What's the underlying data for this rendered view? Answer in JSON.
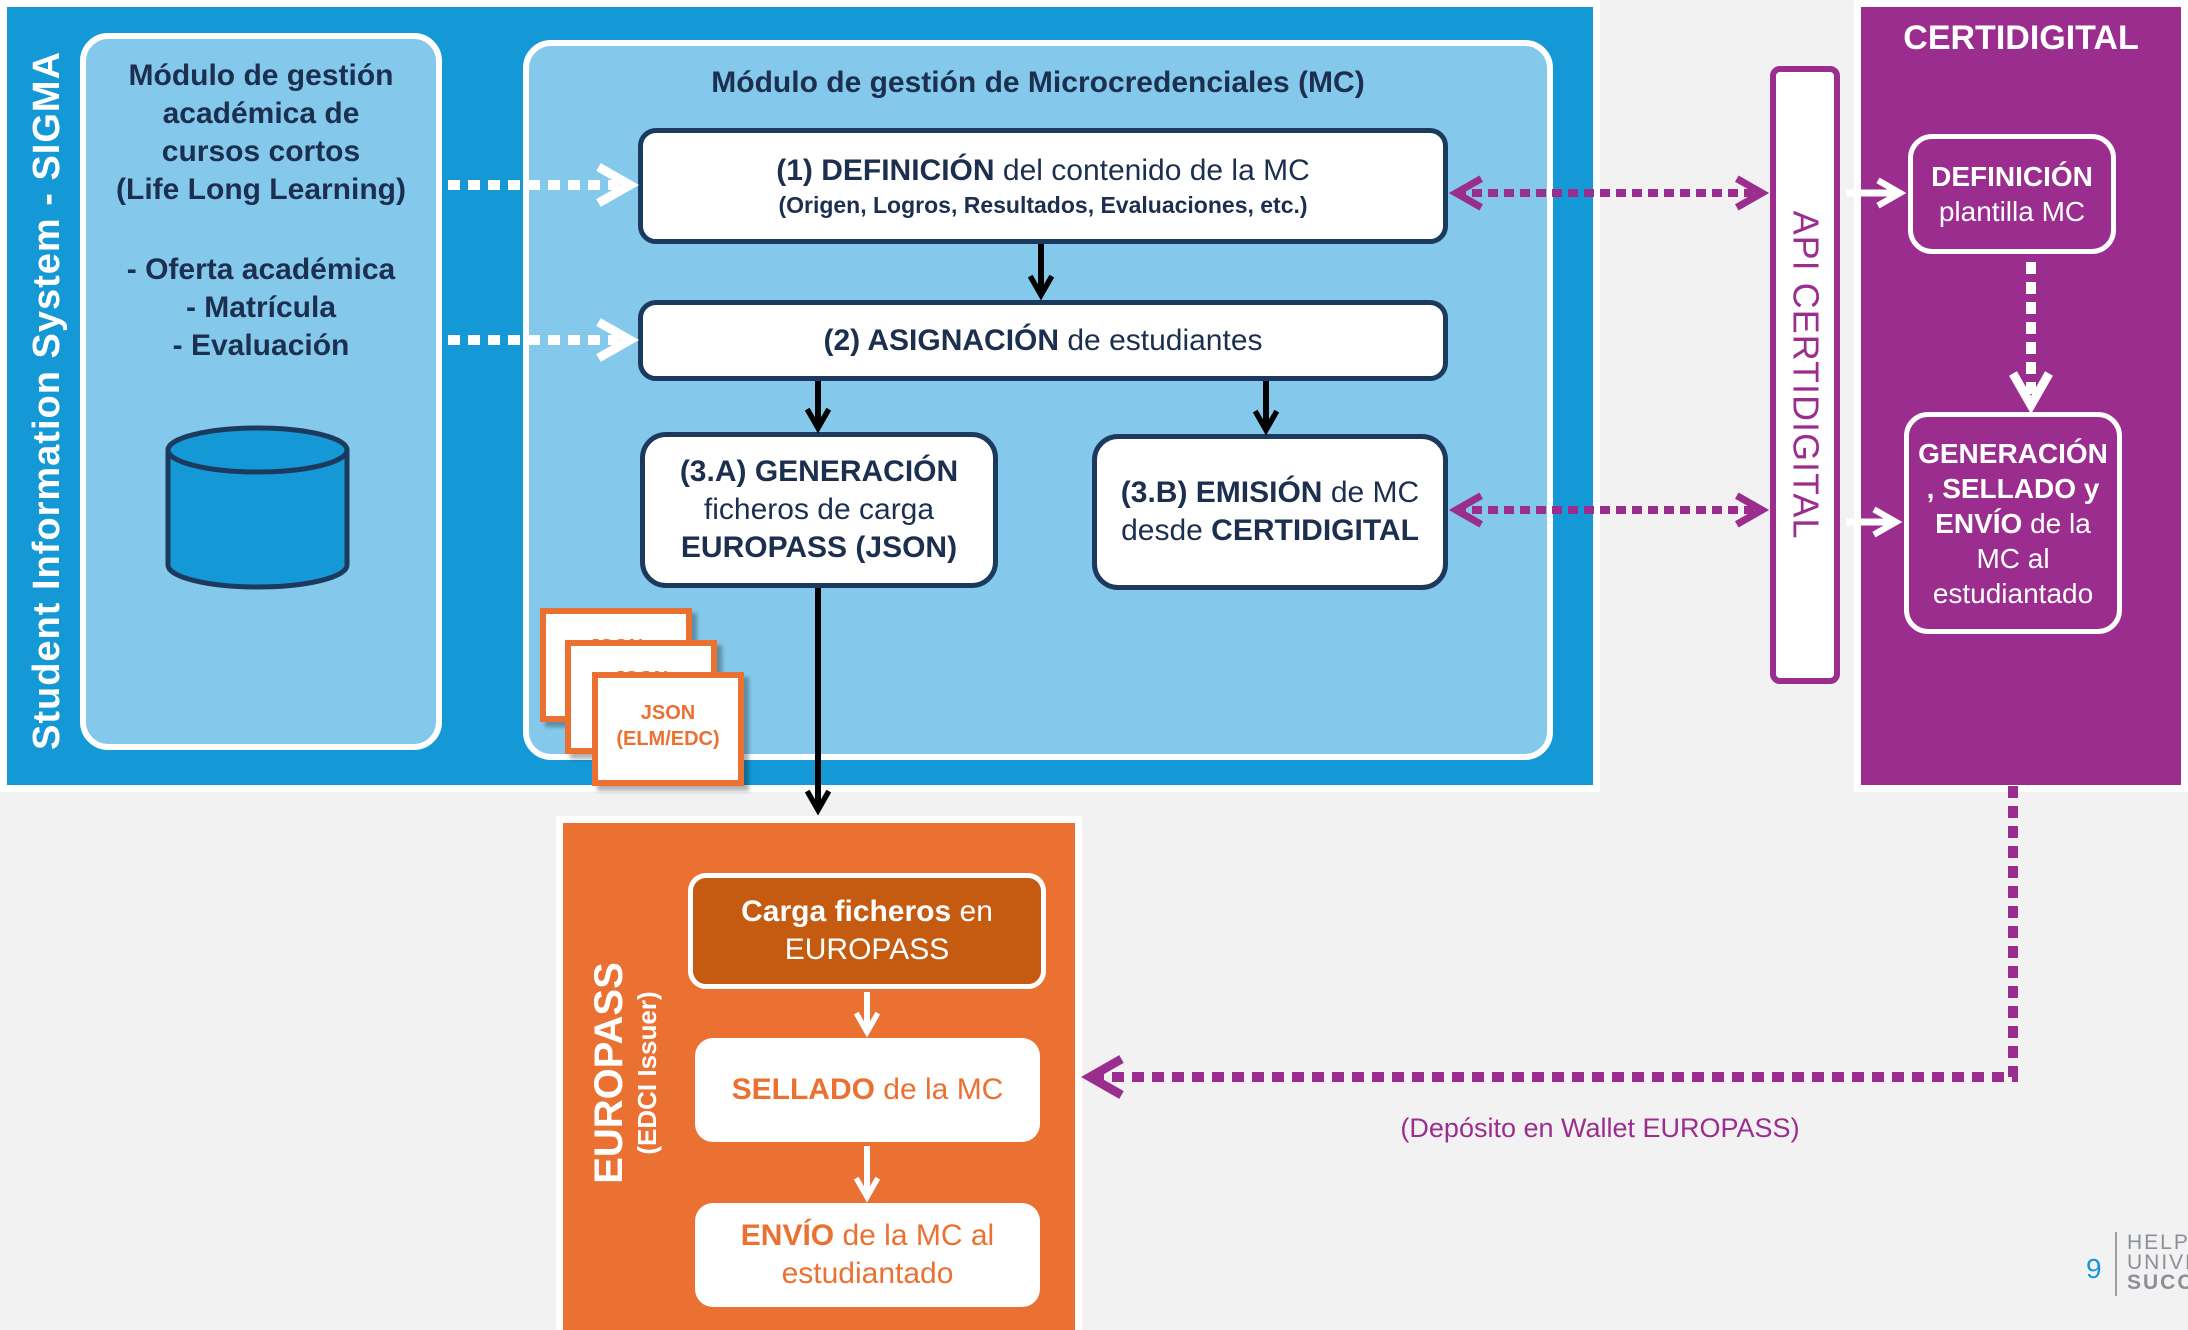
{
  "sis": {
    "label": "Student Information System - SIGMA",
    "lll_title": [
      "Módulo de gestión",
      "académica de",
      "cursos cortos",
      "(Life Long Learning)"
    ],
    "lll_items": [
      "- Oferta académica",
      "- Matrícula",
      "- Evaluación"
    ]
  },
  "mc_module": {
    "title": "Módulo de gestión de Microcredenciales (MC)",
    "step1": {
      "bold": "(1) DEFINICIÓN",
      "rest": " del contenido de la MC",
      "sub": "(Origen, Logros, Resultados, Evaluaciones, etc.)"
    },
    "step2": {
      "bold": "(2) ASIGNACIÓN",
      "rest": " de estudiantes"
    },
    "step3a": {
      "bold": "(3.A) GENERACIÓN",
      "line2": "ficheros de carga",
      "line3": "EUROPASS (JSON)"
    },
    "step3b": {
      "bold": "(3.B) EMISIÓN",
      "rest": " de MC",
      "line2_pre": "desde ",
      "line2_bold": "CERTIDIGITAL"
    }
  },
  "json_docs": {
    "back_label": "JSON",
    "front_line1": "JSON",
    "front_line2": "(ELM/EDC)"
  },
  "api": {
    "label": "API CERTIDIGITAL"
  },
  "certidigital": {
    "title": "CERTIDIGITAL",
    "box1": {
      "bold": "DEFINICIÓN",
      "line2": "plantilla MC"
    },
    "box2": {
      "bold1": "GENERACIÓN",
      "bold2": ", SELLADO y",
      "bold3": "ENVÍO",
      "rest3": " de la",
      "line4": "MC al",
      "line5": "estudiantado"
    }
  },
  "europass": {
    "label": "EUROPASS",
    "sublabel": "(EDCI Issuer)",
    "box1": {
      "bold": "Carga ficheros",
      "rest": " en",
      "line2": "EUROPASS"
    },
    "box2": {
      "bold": "SELLADO",
      "rest": " de la MC"
    },
    "box3": {
      "bold": "ENVÍO",
      "rest": " de la MC al",
      "line2": "estudiantado"
    }
  },
  "deposit_caption": "(Depósito en Wallet EUROPASS)",
  "footer": {
    "page_number": "9",
    "brand": [
      "HELPING",
      "UNIVERSITIES",
      "SUCCEED"
    ]
  },
  "colors": {
    "sis_blue": "#1499d6",
    "inner_blue": "#84c9ec",
    "navy": "#1c3a5e",
    "purple": "#9b2d8f",
    "orange": "#ea7131",
    "dark_orange": "#c55a11"
  }
}
